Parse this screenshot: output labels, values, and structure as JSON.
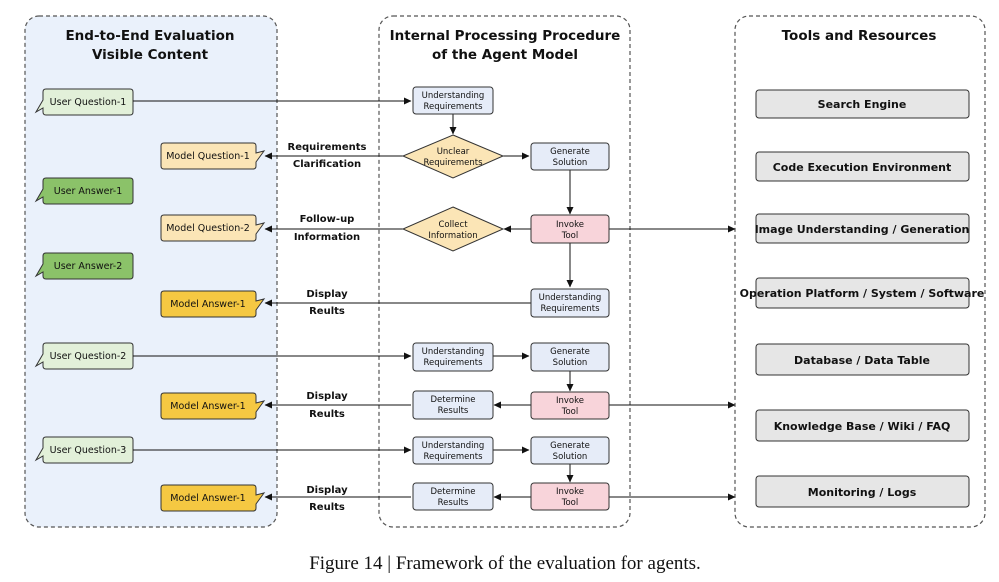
{
  "columns": {
    "left_title": [
      "End-to-End Evaluation",
      "Visible Content"
    ],
    "middle_title": [
      "Internal Processing Procedure",
      "of the Agent Model"
    ],
    "right_title": [
      "Tools and Resources"
    ]
  },
  "left_items": {
    "user_question_1": "User Question-1",
    "model_question_1": "Model Question-1",
    "user_answer_1": "User Answer-1",
    "model_question_2": "Model Question-2",
    "user_answer_2": "User Answer-2",
    "model_answer_1a": "Model Answer-1",
    "user_question_2": "User Question-2",
    "model_answer_1b": "Model Answer-1",
    "user_question_3": "User Question-3",
    "model_answer_1c": "Model Answer-1"
  },
  "process_nodes": {
    "understanding_1": [
      "Understanding",
      "Requirements"
    ],
    "unclear": [
      "Unclear",
      "Requirements"
    ],
    "generate_1": [
      "Generate",
      "Solution"
    ],
    "collect": [
      "Collect",
      "Information"
    ],
    "invoke_1": [
      "Invoke",
      "Tool"
    ],
    "understanding_out": [
      "Understanding",
      "Requirements"
    ],
    "understanding_2": [
      "Understanding",
      "Requirements"
    ],
    "generate_2": [
      "Generate",
      "Solution"
    ],
    "determine_2": [
      "Determine",
      "Results"
    ],
    "invoke_2": [
      "Invoke",
      "Tool"
    ],
    "understanding_3": [
      "Understanding",
      "Requirements"
    ],
    "generate_3": [
      "Generate",
      "Solution"
    ],
    "determine_3": [
      "Determine",
      "Results"
    ],
    "invoke_3": [
      "Invoke",
      "Tool"
    ]
  },
  "edge_labels": {
    "requirements_clarification": [
      "Requirements",
      "Clarification"
    ],
    "follow_up_information": [
      "Follow-up",
      "Information"
    ],
    "display_results_1": [
      "Display",
      "Reults"
    ],
    "display_results_2": [
      "Display",
      "Reults"
    ],
    "display_results_3": [
      "Display",
      "Reults"
    ]
  },
  "tools": [
    "Search Engine",
    "Code Execution Environment",
    "Image Understanding / Generation",
    "Operation Platform / System / Software",
    "Database / Data Table",
    "Knowledge Base / Wiki / FAQ",
    "Monitoring / Logs"
  ],
  "caption": "Figure 14 | Framework of the evaluation for agents.",
  "colors": {
    "user_question": "#e2f0d9",
    "user_answer": "#8bc269",
    "model_question": "#fbe5b6",
    "model_answer": "#f5c842",
    "process": "#e6ecf8",
    "decision": "#fbe5b6",
    "invoke": "#f8d4da",
    "tool": "#e6e6e6",
    "left_panel": "#eaf1fb"
  }
}
